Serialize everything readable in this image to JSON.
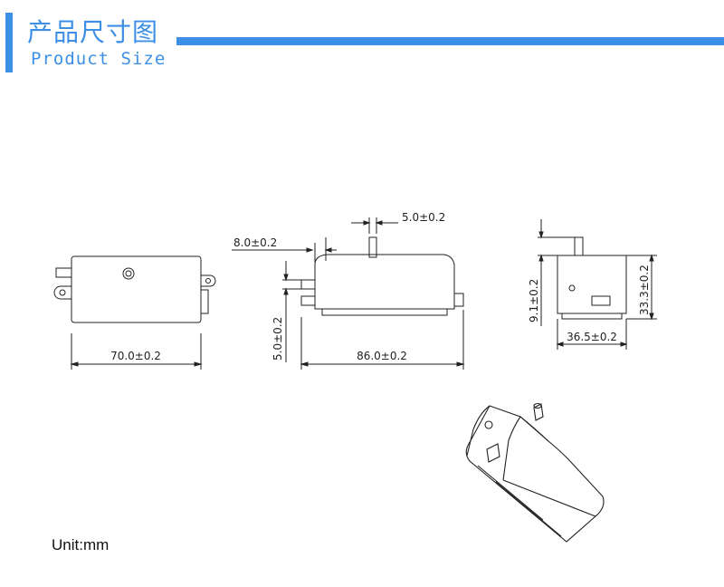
{
  "header": {
    "title_cn": "产品尺寸图",
    "title_en": "Product Size",
    "accent_color": "#3d8fe6"
  },
  "dimensions": {
    "front_width": "70.0±0.2",
    "side_length": "86.0±0.2",
    "side_offset": "8.0±0.2",
    "nozzle_width": "5.0±0.2",
    "side_height": "5.0±0.2",
    "end_height": "9.1±0.2",
    "end_total_height": "33.3±0.2",
    "end_width": "36.5±0.2"
  },
  "unit_label": "Unit:mm"
}
